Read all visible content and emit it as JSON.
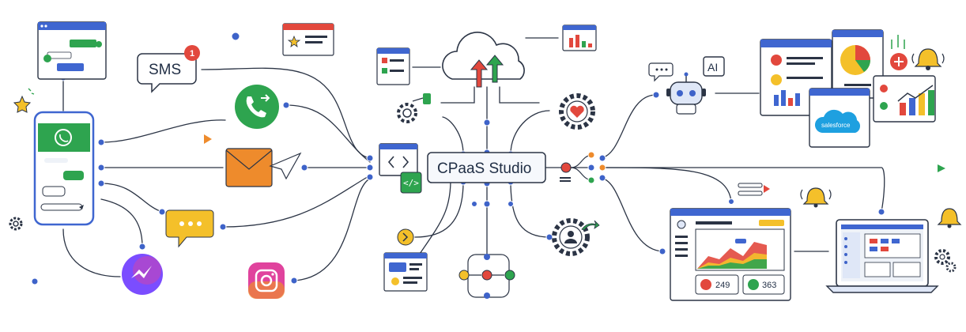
{
  "sms": {
    "label": "SMS",
    "badge": "1"
  },
  "center": {
    "label": "CPaaS Studio"
  },
  "ai": {
    "label": "AI"
  },
  "crm": {
    "label": "salesforce"
  },
  "dashboard": {
    "stat_left": "249",
    "stat_right": "363"
  },
  "colors": {
    "line": "#2b3445",
    "dot": "#3e63c9",
    "green": "#2ea44f",
    "orange": "#ee8b2c",
    "red": "#e2483d",
    "yellow": "#f4c02a",
    "blue": "#3f66d0",
    "navy": "#1f2d44"
  },
  "icons": [
    "whatsapp-icon",
    "sms-icon",
    "phone-icon",
    "email-icon",
    "chat-icon",
    "messenger-icon",
    "instagram-icon",
    "cloud-icon",
    "code-icon",
    "robot-icon",
    "bell-icon",
    "gear-icon",
    "heart-gear-icon",
    "user-gear-icon",
    "salesforce-icon",
    "star-icon"
  ]
}
